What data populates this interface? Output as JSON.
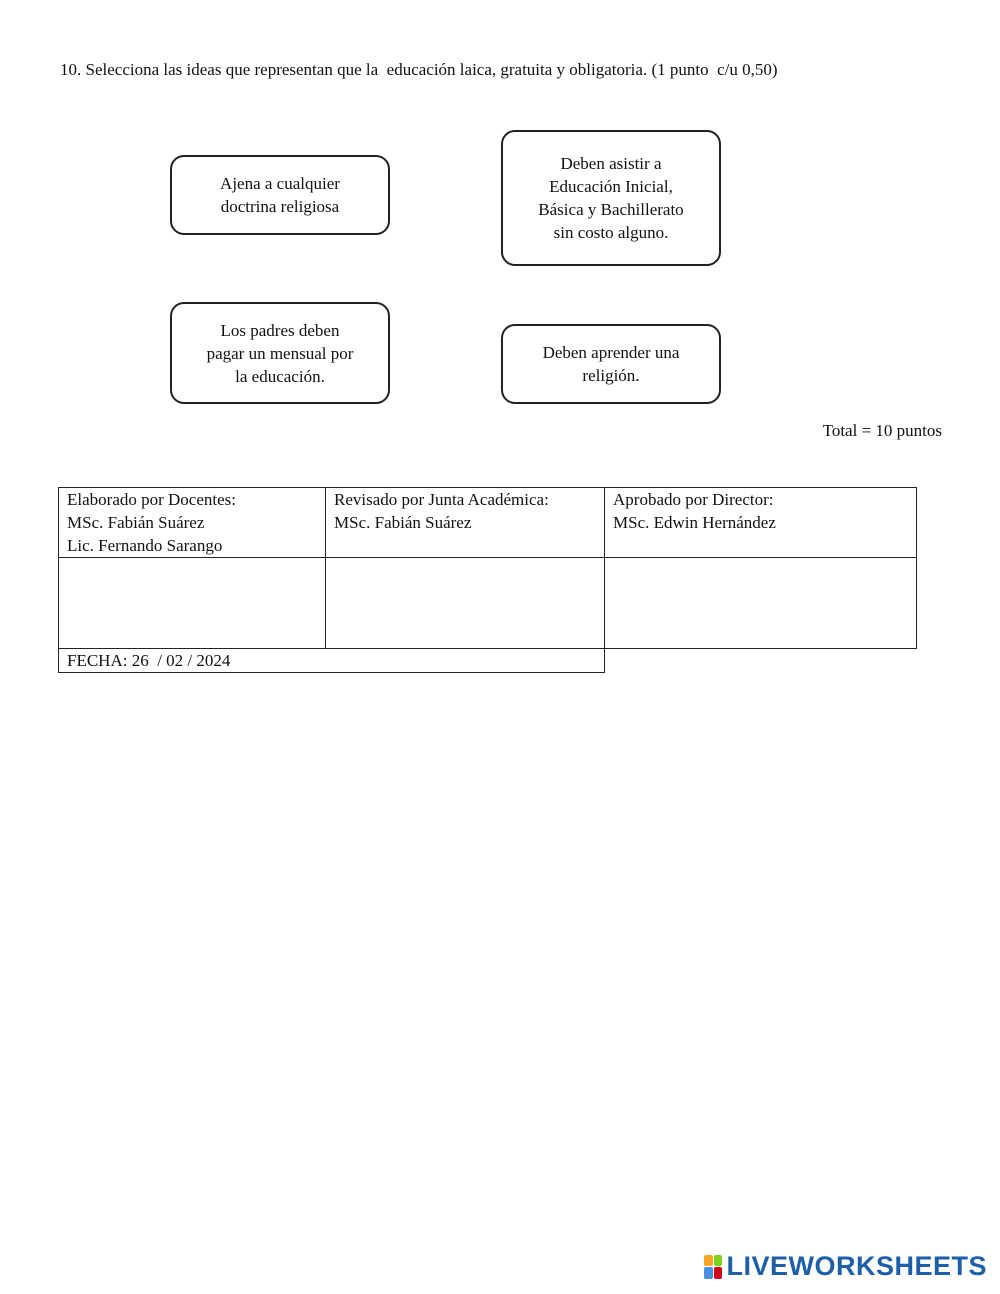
{
  "question": {
    "text": "10. Selecciona las ideas que representan que la  educación laica, gratuita y obligatoria. (1 punto  c/u 0,50)"
  },
  "options": [
    {
      "lines": [
        "Ajena a cualquier",
        "doctrina religiosa"
      ]
    },
    {
      "lines": [
        "Deben asistir a",
        "Educación Inicial,",
        "Básica y Bachillerato",
        "sin costo alguno."
      ]
    },
    {
      "lines": [
        "Los padres deben",
        "pagar un mensual por",
        "la educación."
      ]
    },
    {
      "lines": [
        "Deben aprender una",
        "religión."
      ]
    }
  ],
  "total": "Total = 10 puntos",
  "signatures": {
    "elaborado": [
      "Elaborado por Docentes:",
      "MSc. Fabián Suárez",
      "Lic. Fernando Sarango"
    ],
    "revisado": [
      "Revisado por Junta Académica:",
      "MSc. Fabián Suárez"
    ],
    "aprobado": [
      "Aprobado por Director:",
      "MSc. Edwin Hernández"
    ],
    "fecha": "FECHA: 26  / 02 / 2024"
  },
  "logo": {
    "text": "LIVEWORKSHEETS",
    "icon_colors": [
      "#f5a623",
      "#7ed321",
      "#4a90e2",
      "#d0021b"
    ],
    "brand_color": "#1d5fa8"
  }
}
